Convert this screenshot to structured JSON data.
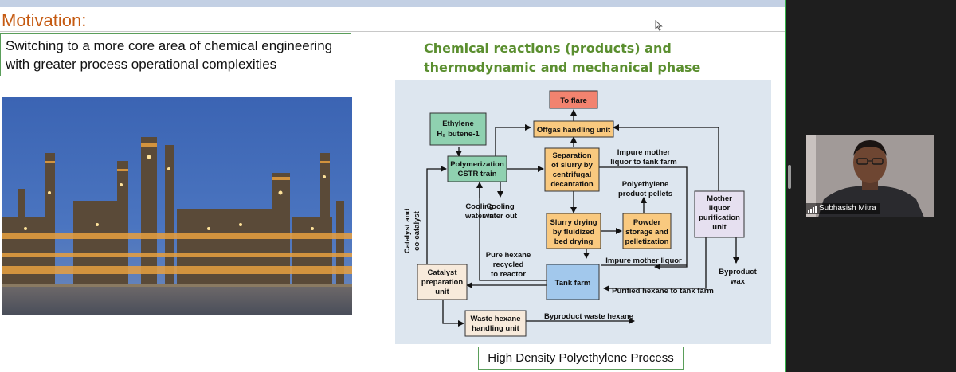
{
  "slide": {
    "title": "Motivation:",
    "intro_text": "Switching to a more core area of chemical engineering with greater process operational complexities",
    "headline": "Chemical reactions (products) and  thermodynamic and mechanical phase separations!",
    "caption": "High Density Polyethylene Process"
  },
  "diagram": {
    "to_flare": "To flare",
    "ethylene_1": "Ethylene",
    "ethylene_2": "H₂ butene-1",
    "offgas": "Offgas handling unit",
    "poly_1": "Polymerization",
    "poly_2": "CSTR train",
    "sep_1": "Separation",
    "sep_2": "of slurry by",
    "sep_3": "centrifugal",
    "sep_4": "decantation",
    "impure_liquor_1": "Impure mother",
    "impure_liquor_2": "liquor to tank farm",
    "pellets_1": "Polyethylene",
    "pellets_2": "product pellets",
    "mother_1": "Mother",
    "mother_2": "liquor",
    "mother_3": "purification",
    "mother_4": "unit",
    "catalyst_vertical_1": "Catalyst and",
    "catalyst_vertical_2": "co-catalyst",
    "cooling_in_1": "Cooling",
    "cooling_in_2": "water in",
    "cooling_out_1": "Cooling",
    "cooling_out_2": "water out",
    "slurry_1": "Slurry drying",
    "slurry_2": "by fluidized",
    "slurry_3": "bed drying",
    "powder_1": "Powder",
    "powder_2": "storage and",
    "powder_3": "pelletization",
    "pure_hexane_1": "Pure hexane",
    "pure_hexane_2": "recycled",
    "pure_hexane_3": "to reactor",
    "impure_mother": "Impure mother liquor",
    "catprep_1": "Catalyst",
    "catprep_2": "preparation",
    "catprep_3": "unit",
    "tank_farm": "Tank farm",
    "purified_hexane": "Purified hexane to tank farm",
    "byproduct_wax_1": "Byproduct",
    "byproduct_wax_2": "wax",
    "waste_1": "Waste hexane",
    "waste_2": "handling unit",
    "byproduct_waste": "Byproduct waste hexane"
  },
  "participant": {
    "name": "Subhasish Mitra"
  },
  "colors": {
    "title": "#c55a11",
    "headline": "#5b8f30",
    "border": "#5a9e5a",
    "diagram_bg": "#dde6ef",
    "box_green": "#8fd1b0",
    "box_orange": "#f9c97f",
    "box_flare": "#f2836f",
    "box_blue": "#a2c8ec",
    "box_cream": "#f7eadb",
    "box_lavender": "#e6e0f0"
  }
}
